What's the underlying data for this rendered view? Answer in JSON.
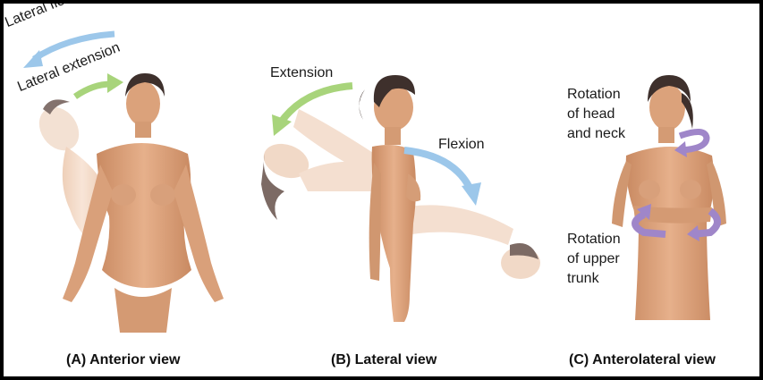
{
  "panel_a": {
    "caption": "(A) Anterior view",
    "label_flexion": "Lateral flexion",
    "label_extension": "Lateral extension"
  },
  "panel_b": {
    "caption": "(B) Lateral view",
    "label_extension": "Extension",
    "label_flexion": "Flexion"
  },
  "panel_c": {
    "caption": "(C) Anterolateral view",
    "label_head": [
      "Rotation",
      "of head",
      "and neck"
    ],
    "label_trunk": [
      "Rotation",
      "of upper",
      "trunk"
    ]
  },
  "colors": {
    "skin": "#dfa47c",
    "skin_light": "#f3d9c6",
    "hair": "#4a3a36",
    "arrow_blue": "#9cc7ea",
    "arrow_green": "#a8d47b",
    "arrow_purple": "#9f86c9",
    "frame": "#000000"
  }
}
